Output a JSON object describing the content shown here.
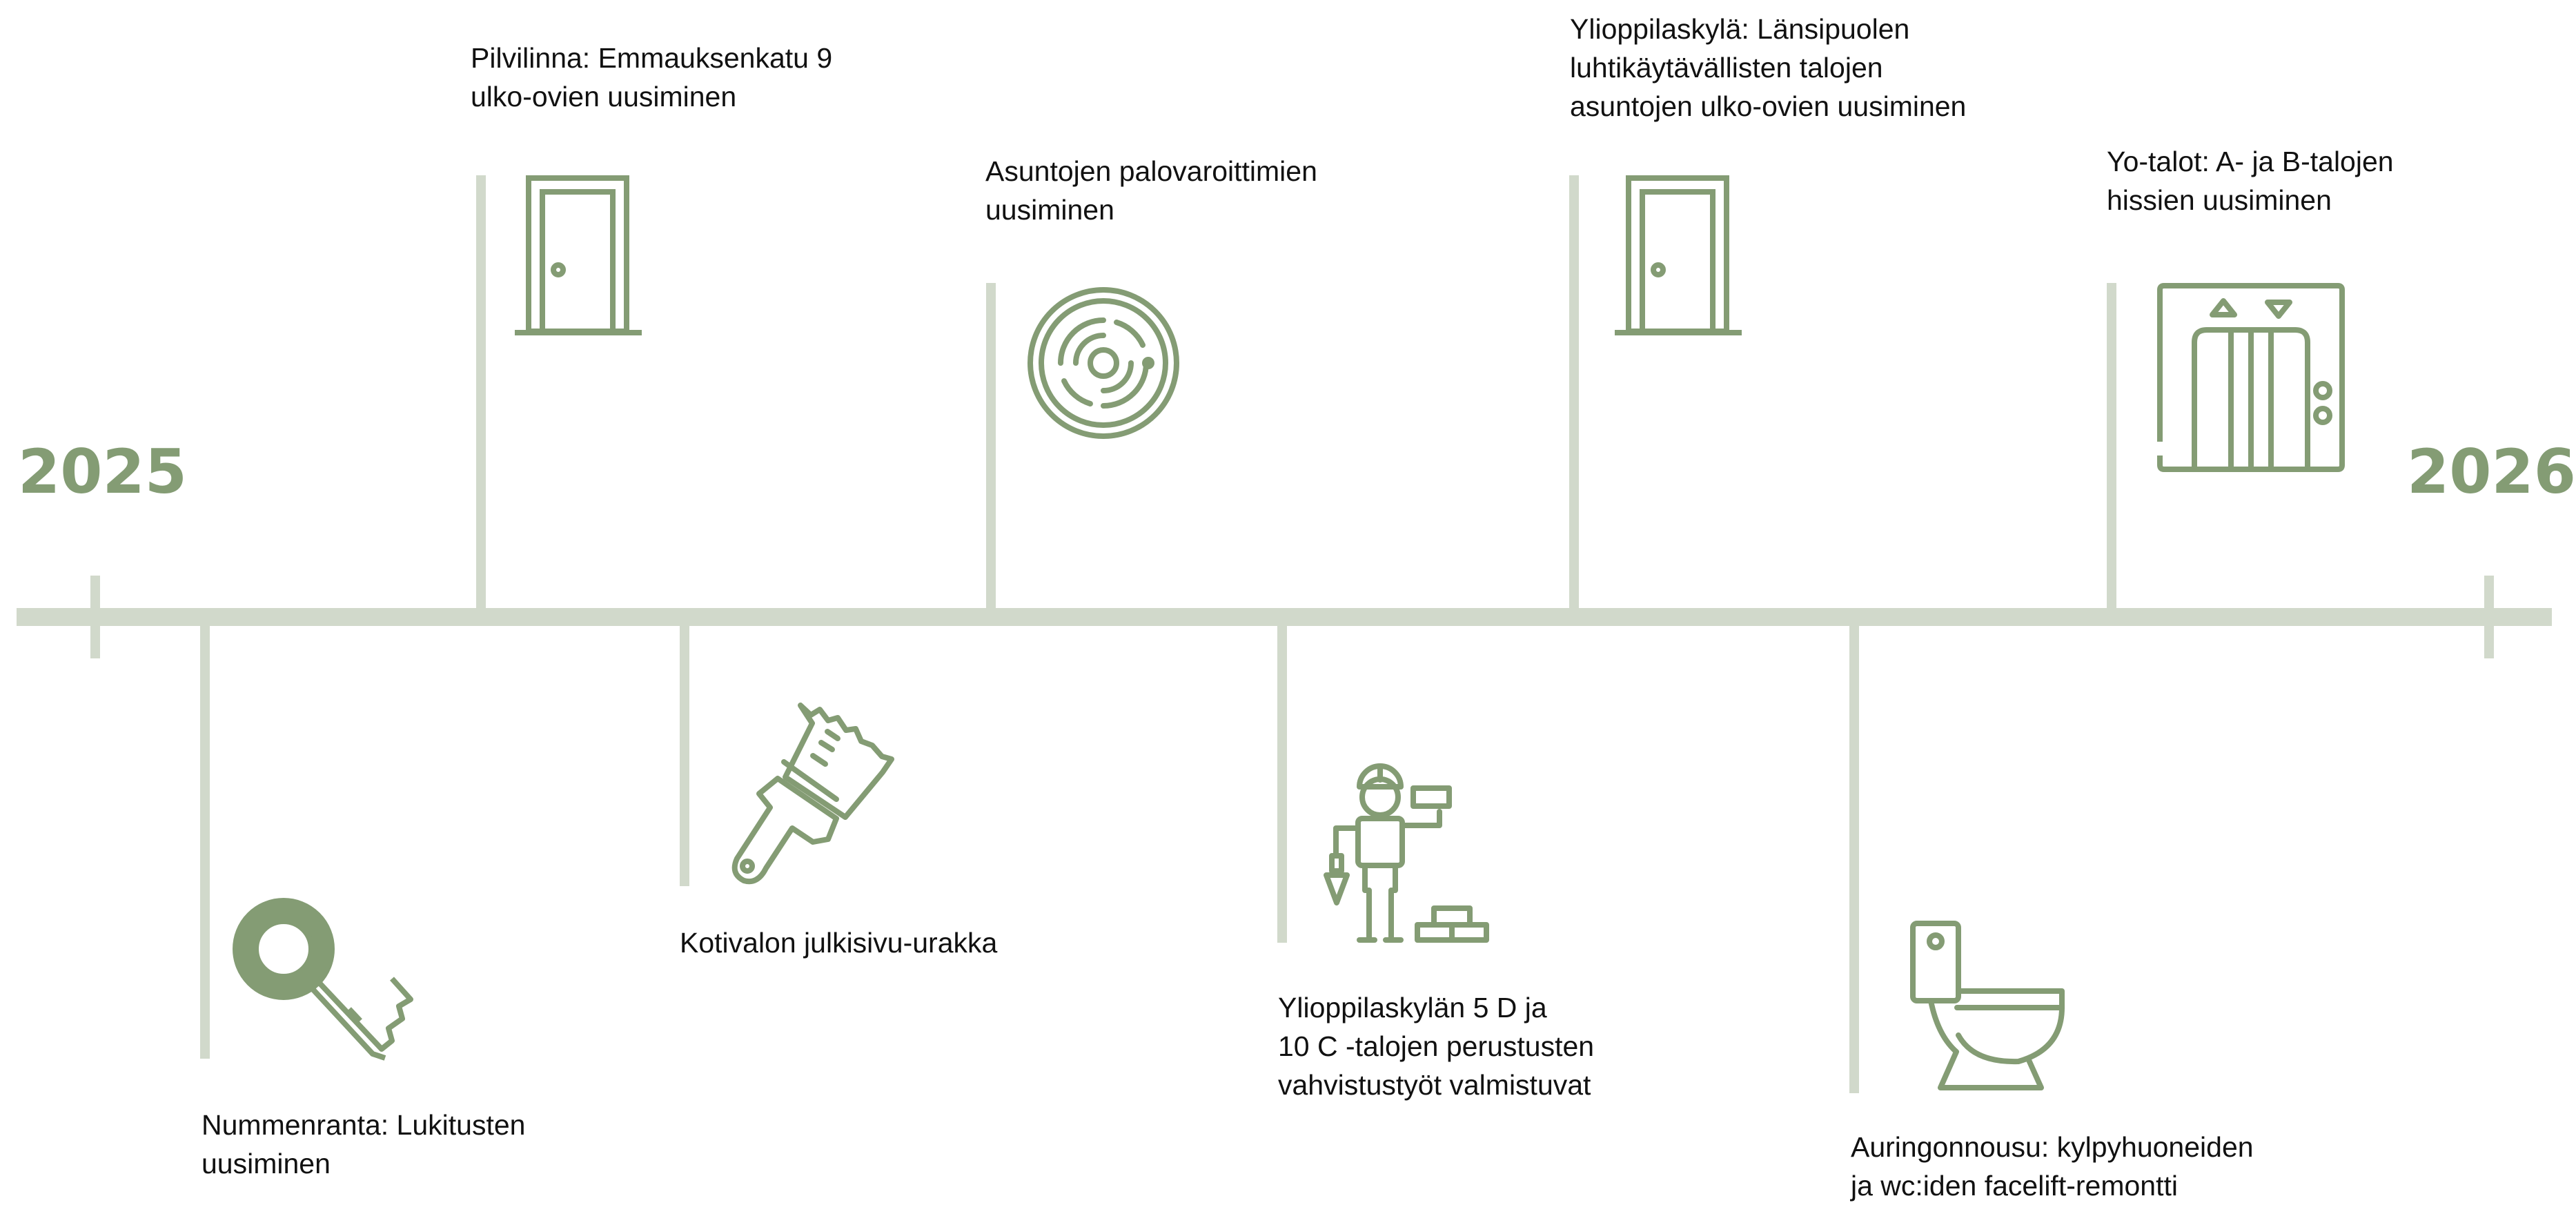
{
  "timeline": {
    "start_year": "2025",
    "end_year": "2026",
    "colors": {
      "accent": "#849c74",
      "line": "#d1d9cb",
      "text": "#111111",
      "background": "#ffffff"
    }
  },
  "events": {
    "pilvilinna": {
      "lines": [
        "Pilvilinna: Emmauksenkatu 9",
        "ulko-ovien uusiminen"
      ],
      "icon": "door-icon",
      "position": "above"
    },
    "palovaroittimet": {
      "lines": [
        "Asuntojen palovaroittimien",
        "uusiminen"
      ],
      "icon": "smoke-detector-icon",
      "position": "above"
    },
    "ylioppilaskyla_ovet": {
      "lines": [
        "Ylioppilaskylä: Länsipuolen",
        "luhtikäytävällisten talojen",
        "asuntojen ulko-ovien uusiminen"
      ],
      "icon": "door-icon",
      "position": "above"
    },
    "yotalot": {
      "lines": [
        "Yo-talot: A- ja B-talojen",
        "hissien uusiminen"
      ],
      "icon": "elevator-icon",
      "position": "above"
    },
    "nummenranta": {
      "lines": [
        "Nummenranta: Lukitusten",
        "uusiminen"
      ],
      "icon": "key-icon",
      "position": "below"
    },
    "kotivalo": {
      "lines": [
        "Kotivalon julkisivu-urakka"
      ],
      "icon": "paint-brush-icon",
      "position": "below"
    },
    "ylioppilaskyla_perustus": {
      "lines": [
        "Ylioppilaskylän 5 D ja",
        "10 C -talojen perustusten",
        "vahvistustyöt valmistuvat"
      ],
      "icon": "construction-worker-icon",
      "position": "below"
    },
    "auringonnousu": {
      "lines": [
        "Auringonnousu: kylpyhuoneiden",
        "ja wc:iden facelift-remontti"
      ],
      "icon": "toilet-icon",
      "position": "below"
    }
  }
}
